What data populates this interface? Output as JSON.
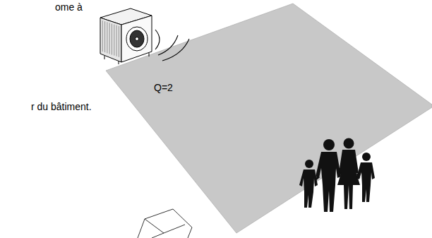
{
  "diagram": {
    "labels": [
      "ome à",
      "Q=2",
      "r du bâtiment."
    ]
  }
}
